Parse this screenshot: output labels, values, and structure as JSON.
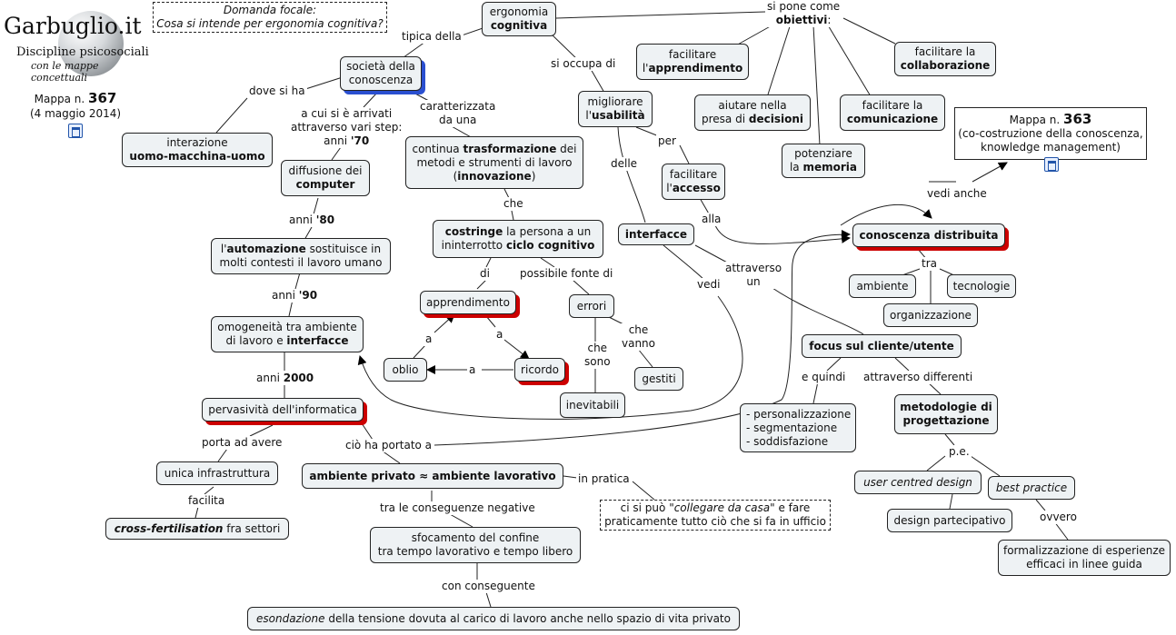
{
  "brand": {
    "title": "Garbuglio.it",
    "subtitle": "Discipline psicosociali",
    "tagline": "con le mappe concettuali"
  },
  "map_info": {
    "label": "Mappa n.",
    "number": "367",
    "date": "(4 maggio 2014)"
  },
  "focal_question": {
    "line1": "Domanda focale:",
    "line2": "Cosa si intende per ergonomia cognitiva?"
  },
  "related_map": {
    "label": "Mappa n.",
    "number": "363",
    "line2": "(co-costruzione della conoscenza,",
    "line3": "knowledge management)"
  },
  "nodes": {
    "ergonomia": [
      "ergonomia",
      "cognitiva"
    ],
    "societa": [
      "società della",
      "conoscenza"
    ],
    "interazione": [
      "interazione",
      "uomo-macchina-uomo"
    ],
    "diffusione": [
      "diffusione dei",
      "computer"
    ],
    "automazione": [
      "l'",
      "automazione",
      " sostituisce in",
      "molti contesti il lavoro umano"
    ],
    "omogeneita": [
      "omogeneità tra ambiente",
      "di lavoro e ",
      "interfacce"
    ],
    "pervasivita": "pervasività dell'informatica",
    "infrastruttura": "unica infrastruttura",
    "crossfert": [
      "cross-fertilisation",
      "  fra settori"
    ],
    "ambiente_privato": "ambiente privato ≈ ambiente lavorativo",
    "collegare": [
      "ci si può ",
      "\"collegare da casa\"",
      "  e fare",
      "praticamente tutto ciò che si fa in ufficio"
    ],
    "sfocamento": [
      "sfocamento del confine",
      "tra tempo lavorativo e tempo libero"
    ],
    "esondazione": [
      "esondazione",
      "  della tensione dovuta al carico di lavoro anche nello spazio di vita privato"
    ],
    "trasformazione": [
      "continua ",
      "trasformazione",
      " dei",
      "metodi e strumenti di lavoro",
      "(",
      "innovazione",
      ")"
    ],
    "costringe": [
      "costringe",
      " la persona a un",
      "ininterrotto ",
      "ciclo cognitivo"
    ],
    "apprendimento": "apprendimento",
    "oblio": "oblio",
    "ricordo": "ricordo",
    "errori": "errori",
    "inevitabili": "inevitabili",
    "gestiti": "gestiti",
    "usabilita": [
      "migliorare",
      "l'",
      "usabilità"
    ],
    "interfacce": "interfacce",
    "accesso": [
      "facilitare",
      "l'",
      "accesso"
    ],
    "facil_apprend": [
      "facilitare",
      "l'",
      "apprendimento"
    ],
    "aiutare": [
      "aiutare nella",
      "presa di ",
      "decisioni"
    ],
    "memoria": [
      "potenziare",
      "la ",
      "memoria"
    ],
    "comunicazione": [
      "facilitare la",
      "comunicazione"
    ],
    "collaborazione": [
      "facilitare la",
      "collaborazione"
    ],
    "conoscenza_distr": "conoscenza distribuita",
    "ambiente": "ambiente",
    "tecnologie": "tecnologie",
    "organizzazione": "organizzazione",
    "focus": "focus sul cliente/utente",
    "personalizzazione": [
      "- personalizzazione",
      "- segmentazione",
      "- soddisfazione"
    ],
    "metodologie": [
      "metodologie di",
      "progettazione"
    ],
    "ucd": "user centred design",
    "best": "best practice",
    "design_part": "design partecipativo",
    "formalizzazione": [
      "formalizzazione di esperienze",
      "efficaci in linee guida"
    ]
  },
  "links": {
    "tipica": "tipica della",
    "si_occupa": "si occupa di",
    "obiettivi": [
      "si pone come",
      "obiettivi",
      ":"
    ],
    "dove": "dove si ha",
    "arrivati": [
      "a cui si è arrivati",
      "attraverso vari step:",
      "anni ",
      "'70"
    ],
    "caratterizzata": [
      "caratterizzata",
      "da una"
    ],
    "anni80": [
      "anni ",
      "'80"
    ],
    "anni90": [
      "anni ",
      "'90"
    ],
    "anni2000": [
      "anni ",
      "2000"
    ],
    "porta": "porta ad avere",
    "facilita": "facilita",
    "cio": "ciò ha portato a",
    "pratica": "in pratica",
    "conseguenze": "tra le conseguenze negative",
    "conseguente": "con conseguente",
    "che": "che",
    "di": "di",
    "possibile": "possibile fonte di",
    "a1": "a",
    "a2": "a",
    "a3": "a",
    "che_sono": [
      "che",
      "sono"
    ],
    "che_vanno": [
      "che",
      "vanno"
    ],
    "per": "per",
    "delle": "delle",
    "alla": "alla",
    "vedi": "vedi",
    "vedi_anche": "vedi anche",
    "attraverso": [
      "attraverso",
      "un"
    ],
    "tra": "tra",
    "quindi": "e quindi",
    "differenti": "attraverso differenti",
    "pe": "p.e.",
    "ovvero": "ovvero"
  }
}
